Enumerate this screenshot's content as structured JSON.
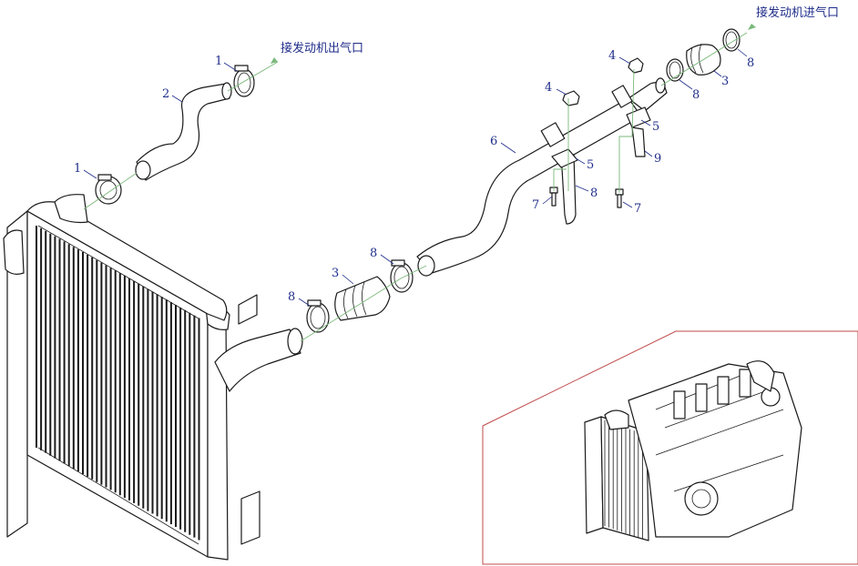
{
  "notes": {
    "outlet": "接发动机出气口",
    "inlet": "接发动机进气口"
  },
  "callouts": {
    "c1a": "1",
    "c1b": "1",
    "c2": "2",
    "c3a": "3",
    "c3b": "3",
    "c4a": "4",
    "c4b": "4",
    "c5a": "5",
    "c5b": "5",
    "c6": "6",
    "c7a": "7",
    "c7b": "7",
    "c8a": "8",
    "c8b": "8",
    "c8c": "8",
    "c8d": "8",
    "c8e": "8",
    "c9": "9"
  },
  "colors": {
    "callout": "#1f2d8a",
    "leader": "#7ab87a",
    "inset_frame": "#c04a4a",
    "line_art": "#1a1a1a"
  }
}
